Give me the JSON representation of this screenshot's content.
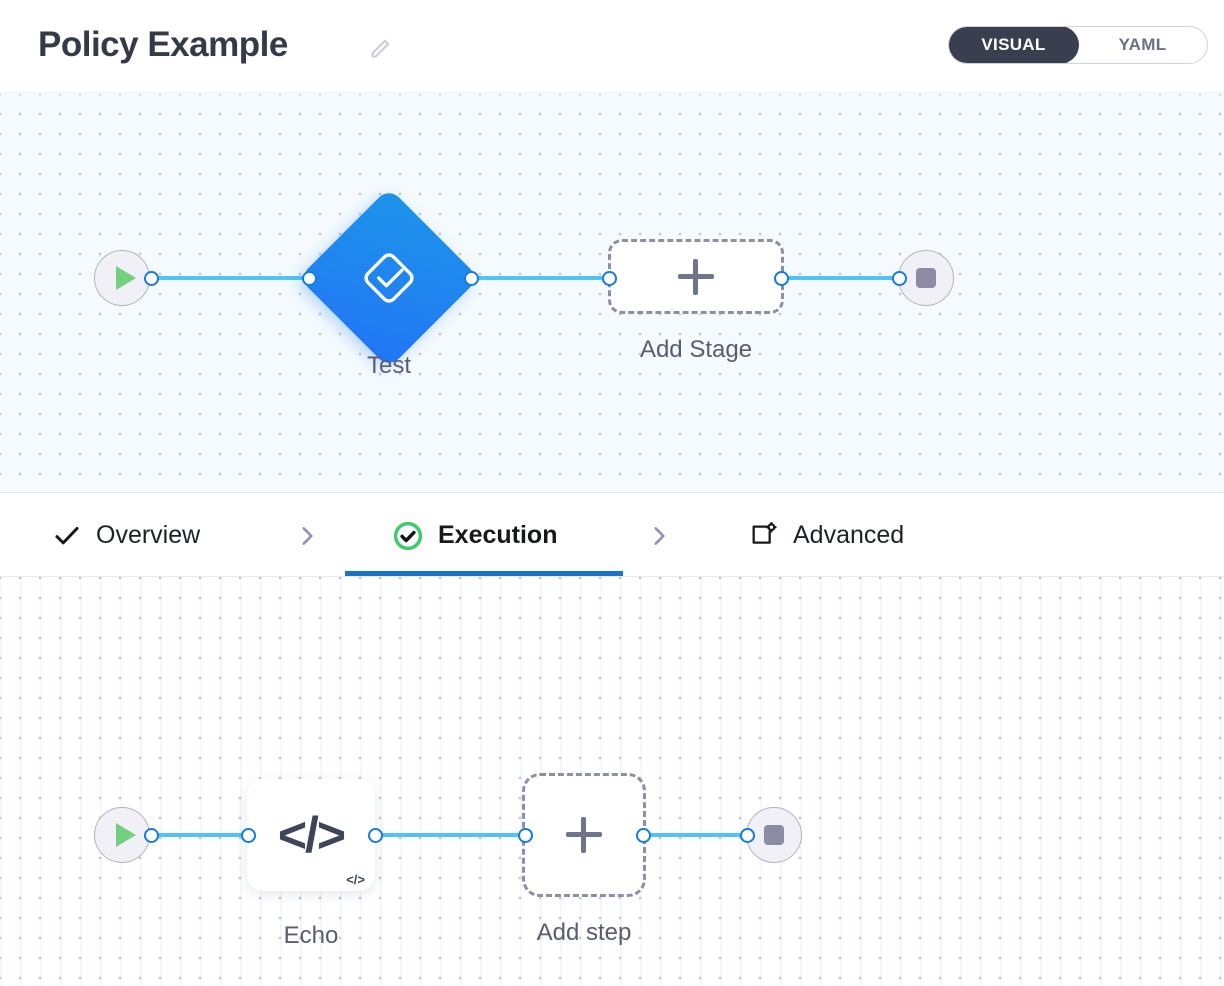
{
  "header": {
    "title": "Policy Example",
    "edit_icon": "pencil-icon",
    "view_toggle": {
      "options": [
        "VISUAL",
        "YAML"
      ],
      "selected": "VISUAL"
    }
  },
  "stage_canvas": {
    "start_node": {
      "icon": "play-icon",
      "label": ""
    },
    "stage": {
      "label": "Test",
      "icon": "check-diamond-icon"
    },
    "add_stage": {
      "label": "Add Stage",
      "icon": "plus-icon"
    },
    "end_node": {
      "icon": "stop-icon",
      "label": ""
    }
  },
  "tabs": [
    {
      "label": "Overview",
      "icon": "check-icon",
      "active": false
    },
    {
      "label": "Execution",
      "icon": "check-circle-icon",
      "active": true
    },
    {
      "label": "Advanced",
      "icon": "window-gear-icon",
      "active": false
    }
  ],
  "tab_separator": "chevron-right-icon",
  "step_canvas": {
    "start_node": {
      "icon": "play-icon",
      "label": ""
    },
    "step": {
      "label": "Echo",
      "icon": "code-icon",
      "badge": "code-badge-icon"
    },
    "add_step": {
      "label": "Add step",
      "icon": "plus-icon"
    },
    "end_node": {
      "icon": "stop-icon",
      "label": ""
    }
  },
  "colors": {
    "accent_blue": "#1a73c8",
    "edge_blue": "#4ec3f7",
    "port_blue": "#147be0",
    "stage_blue": "#1f86ef",
    "success_green": "#3ccb6e",
    "play_green": "#72d080",
    "toggle_dark": "#3a3f4f",
    "label_gray": "#585d74",
    "canvas_stage_bg": "#f4fafd",
    "canvas_step_bg": "#ffffff"
  }
}
